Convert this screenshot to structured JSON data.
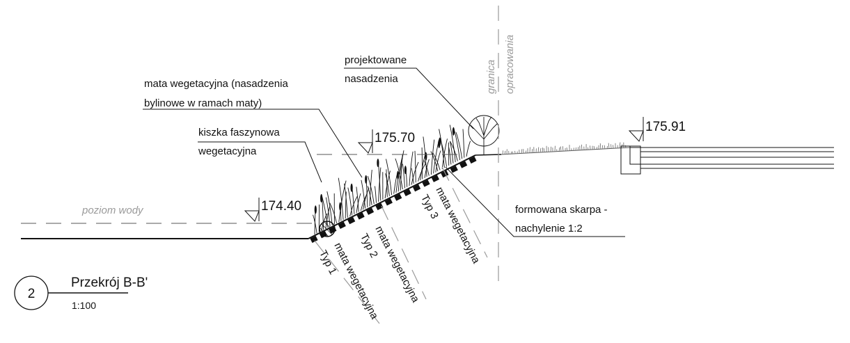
{
  "section": {
    "number": "2",
    "title": "Przekrój B-B'",
    "scale": "1:100"
  },
  "elevations": {
    "water": "174.40",
    "crest": "175.70",
    "right": "175.91"
  },
  "labels": {
    "water_level": "poziom wody",
    "boundary_1": "granica",
    "boundary_2": "opracowania",
    "planting_1": "projektowane",
    "planting_2": "nasadzenia",
    "mat_1": "mata wegetacyjna (nasadzenia",
    "mat_2": "bylinowe w ramach maty)",
    "fascine_1": "kiszka faszynowa",
    "fascine_2": "wegetacyjna",
    "slope_1": "formowana skarpa -",
    "slope_2": "nachylenie 1:2",
    "type1_a": "mata wegetacyjna",
    "type1_b": "Typ 1",
    "type2_a": "mata wegetacyjna",
    "type2_b": "Typ 2",
    "type3_a": "mata wegetacyjna",
    "type3_b": "Typ 3"
  },
  "colors": {
    "line": "#111111",
    "annotation_grey": "#9a9a9a"
  }
}
